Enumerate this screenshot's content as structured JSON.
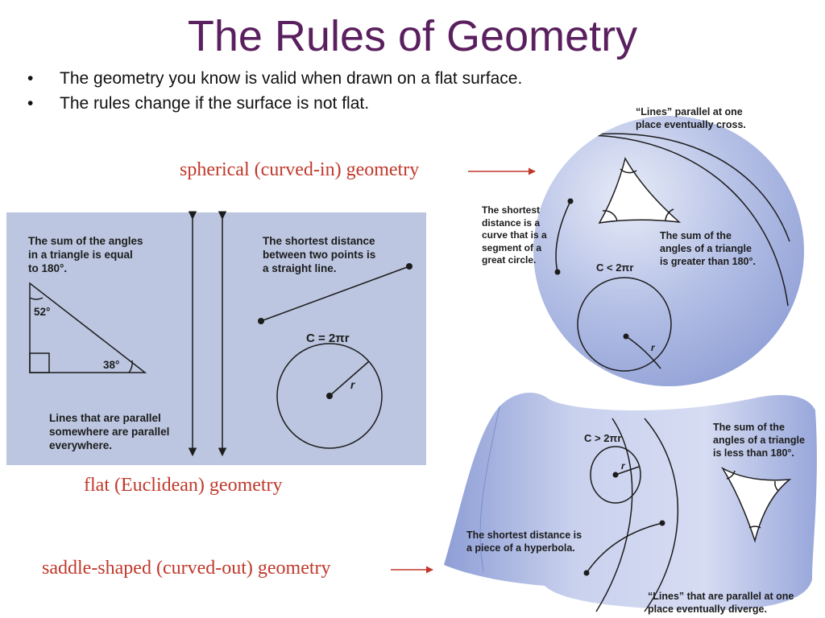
{
  "slide": {
    "title": "The Rules of Geometry",
    "bullets": [
      "The geometry you know is valid when drawn on a flat surface.",
      "The rules change if the surface is not flat."
    ],
    "bullet_glyph": "•"
  },
  "captions": {
    "spherical": "spherical (curved-in) geometry",
    "flat": "flat (Euclidean) geometry",
    "saddle": "saddle-shaped (curved-out) geometry"
  },
  "flat_panel": {
    "triangle_text": [
      "The sum of the angles",
      "in a triangle is equal",
      "to 180°."
    ],
    "angle_top": "52°",
    "angle_bottom": "38°",
    "shortest_text": [
      "The shortest distance",
      "between two points is",
      "a straight line."
    ],
    "circle_formula": "C = 2πr",
    "radius_label": "r",
    "parallel_text": [
      "Lines that are parallel",
      "somewhere are parallel",
      "everywhere."
    ]
  },
  "sphere": {
    "parallel_text": [
      "“Lines” parallel at one",
      "place eventually cross."
    ],
    "shortest_text": [
      "The shortest",
      "distance is a",
      "curve that is a",
      "segment of a",
      "great circle."
    ],
    "triangle_text": [
      "The sum of the",
      "angles of a triangle",
      "is greater than 180°."
    ],
    "circle_formula": "C < 2πr",
    "radius_label": "r"
  },
  "saddle": {
    "triangle_text": [
      "The sum of the",
      "angles of a triangle",
      "is less than 180°."
    ],
    "circle_formula": "C > 2πr",
    "radius_label": "r",
    "shortest_text": [
      "The shortest distance is",
      "a piece of a hyperbola."
    ],
    "parallel_text": [
      "“Lines” that are parallel at one",
      "place eventually diverge."
    ]
  },
  "colors": {
    "title": "#5a1f5e",
    "caption": "#c0392b",
    "flat_panel": "#bcc6e0",
    "surface": "#a9b6e0"
  }
}
